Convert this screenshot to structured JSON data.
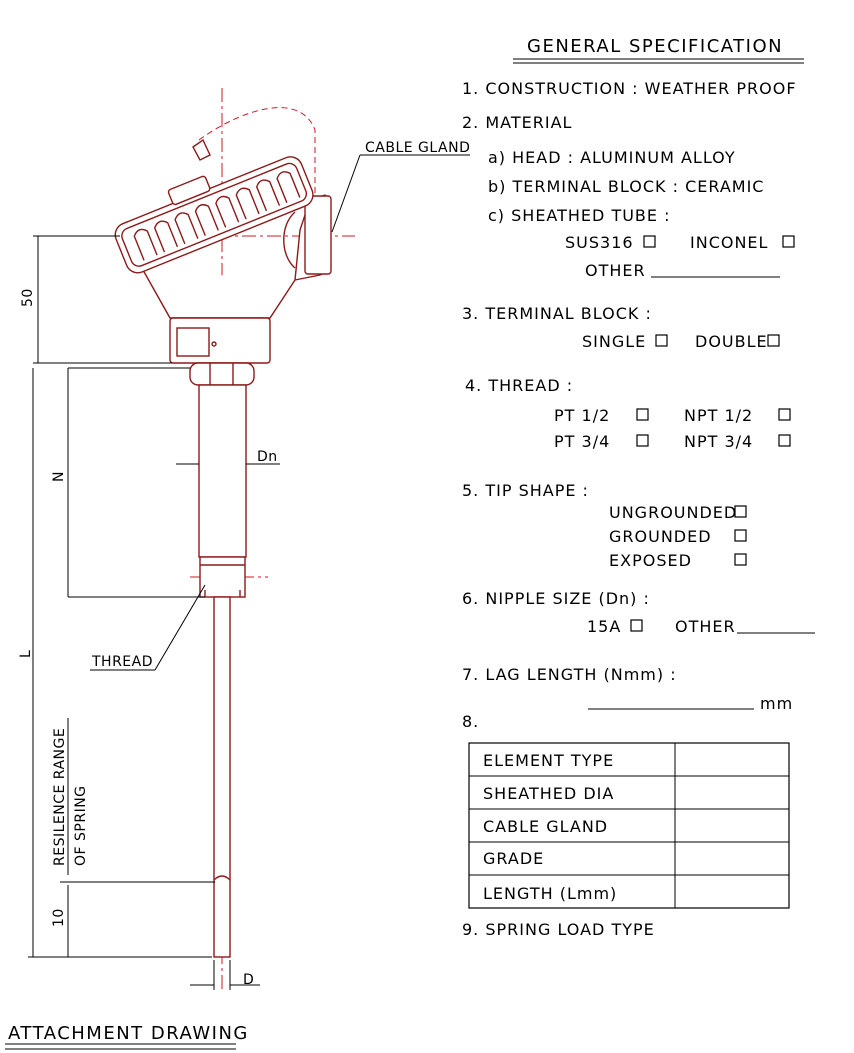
{
  "title": "GENERAL SPECIFICATION",
  "footer_title": "ATTACHMENT DRAWING",
  "labels": {
    "cable_gland": "CABLE GLAND",
    "thread": "THREAD",
    "dn": "Dn",
    "d": "D",
    "dim_50": "50",
    "dim_n": "N",
    "dim_l": "L",
    "dim_10": "10",
    "resilence_1": "RESILENCE RANGE",
    "resilence_2": "OF SPRING"
  },
  "spec": {
    "s1": "1. CONSTRUCTION : WEATHER PROOF",
    "s2": "2. MATERIAL",
    "s2a": "a) HEAD : ALUMINUM ALLOY",
    "s2b": "b) TERMINAL BLOCK : CERAMIC",
    "s2c": "c) SHEATHED TUBE :",
    "sus316": "SUS316",
    "inconel": "INCONEL",
    "other": "OTHER",
    "s3": "3. TERMINAL BLOCK :",
    "single": "SINGLE",
    "double": "DOUBLE",
    "s4": "4. THREAD :",
    "pt12": "PT 1/2",
    "npt12": "NPT 1/2",
    "pt34": "PT 3/4",
    "npt34": "NPT 3/4",
    "s5": "5. TIP SHAPE :",
    "ungrounded": "UNGROUNDED",
    "grounded": "GROUNDED",
    "exposed": "EXPOSED",
    "s6": "6. NIPPLE SIZE (Dn) :",
    "a15": "15A",
    "other6": "OTHER",
    "s7": "7. LAG LENGTH (Nmm) :",
    "mm": "mm",
    "s8": "8.",
    "s9": "9. SPRING LOAD TYPE"
  },
  "table": {
    "rows": [
      "ELEMENT TYPE",
      "SHEATHED DIA",
      "CABLE GLAND",
      "GRADE",
      "LENGTH   (Lmm)"
    ]
  }
}
